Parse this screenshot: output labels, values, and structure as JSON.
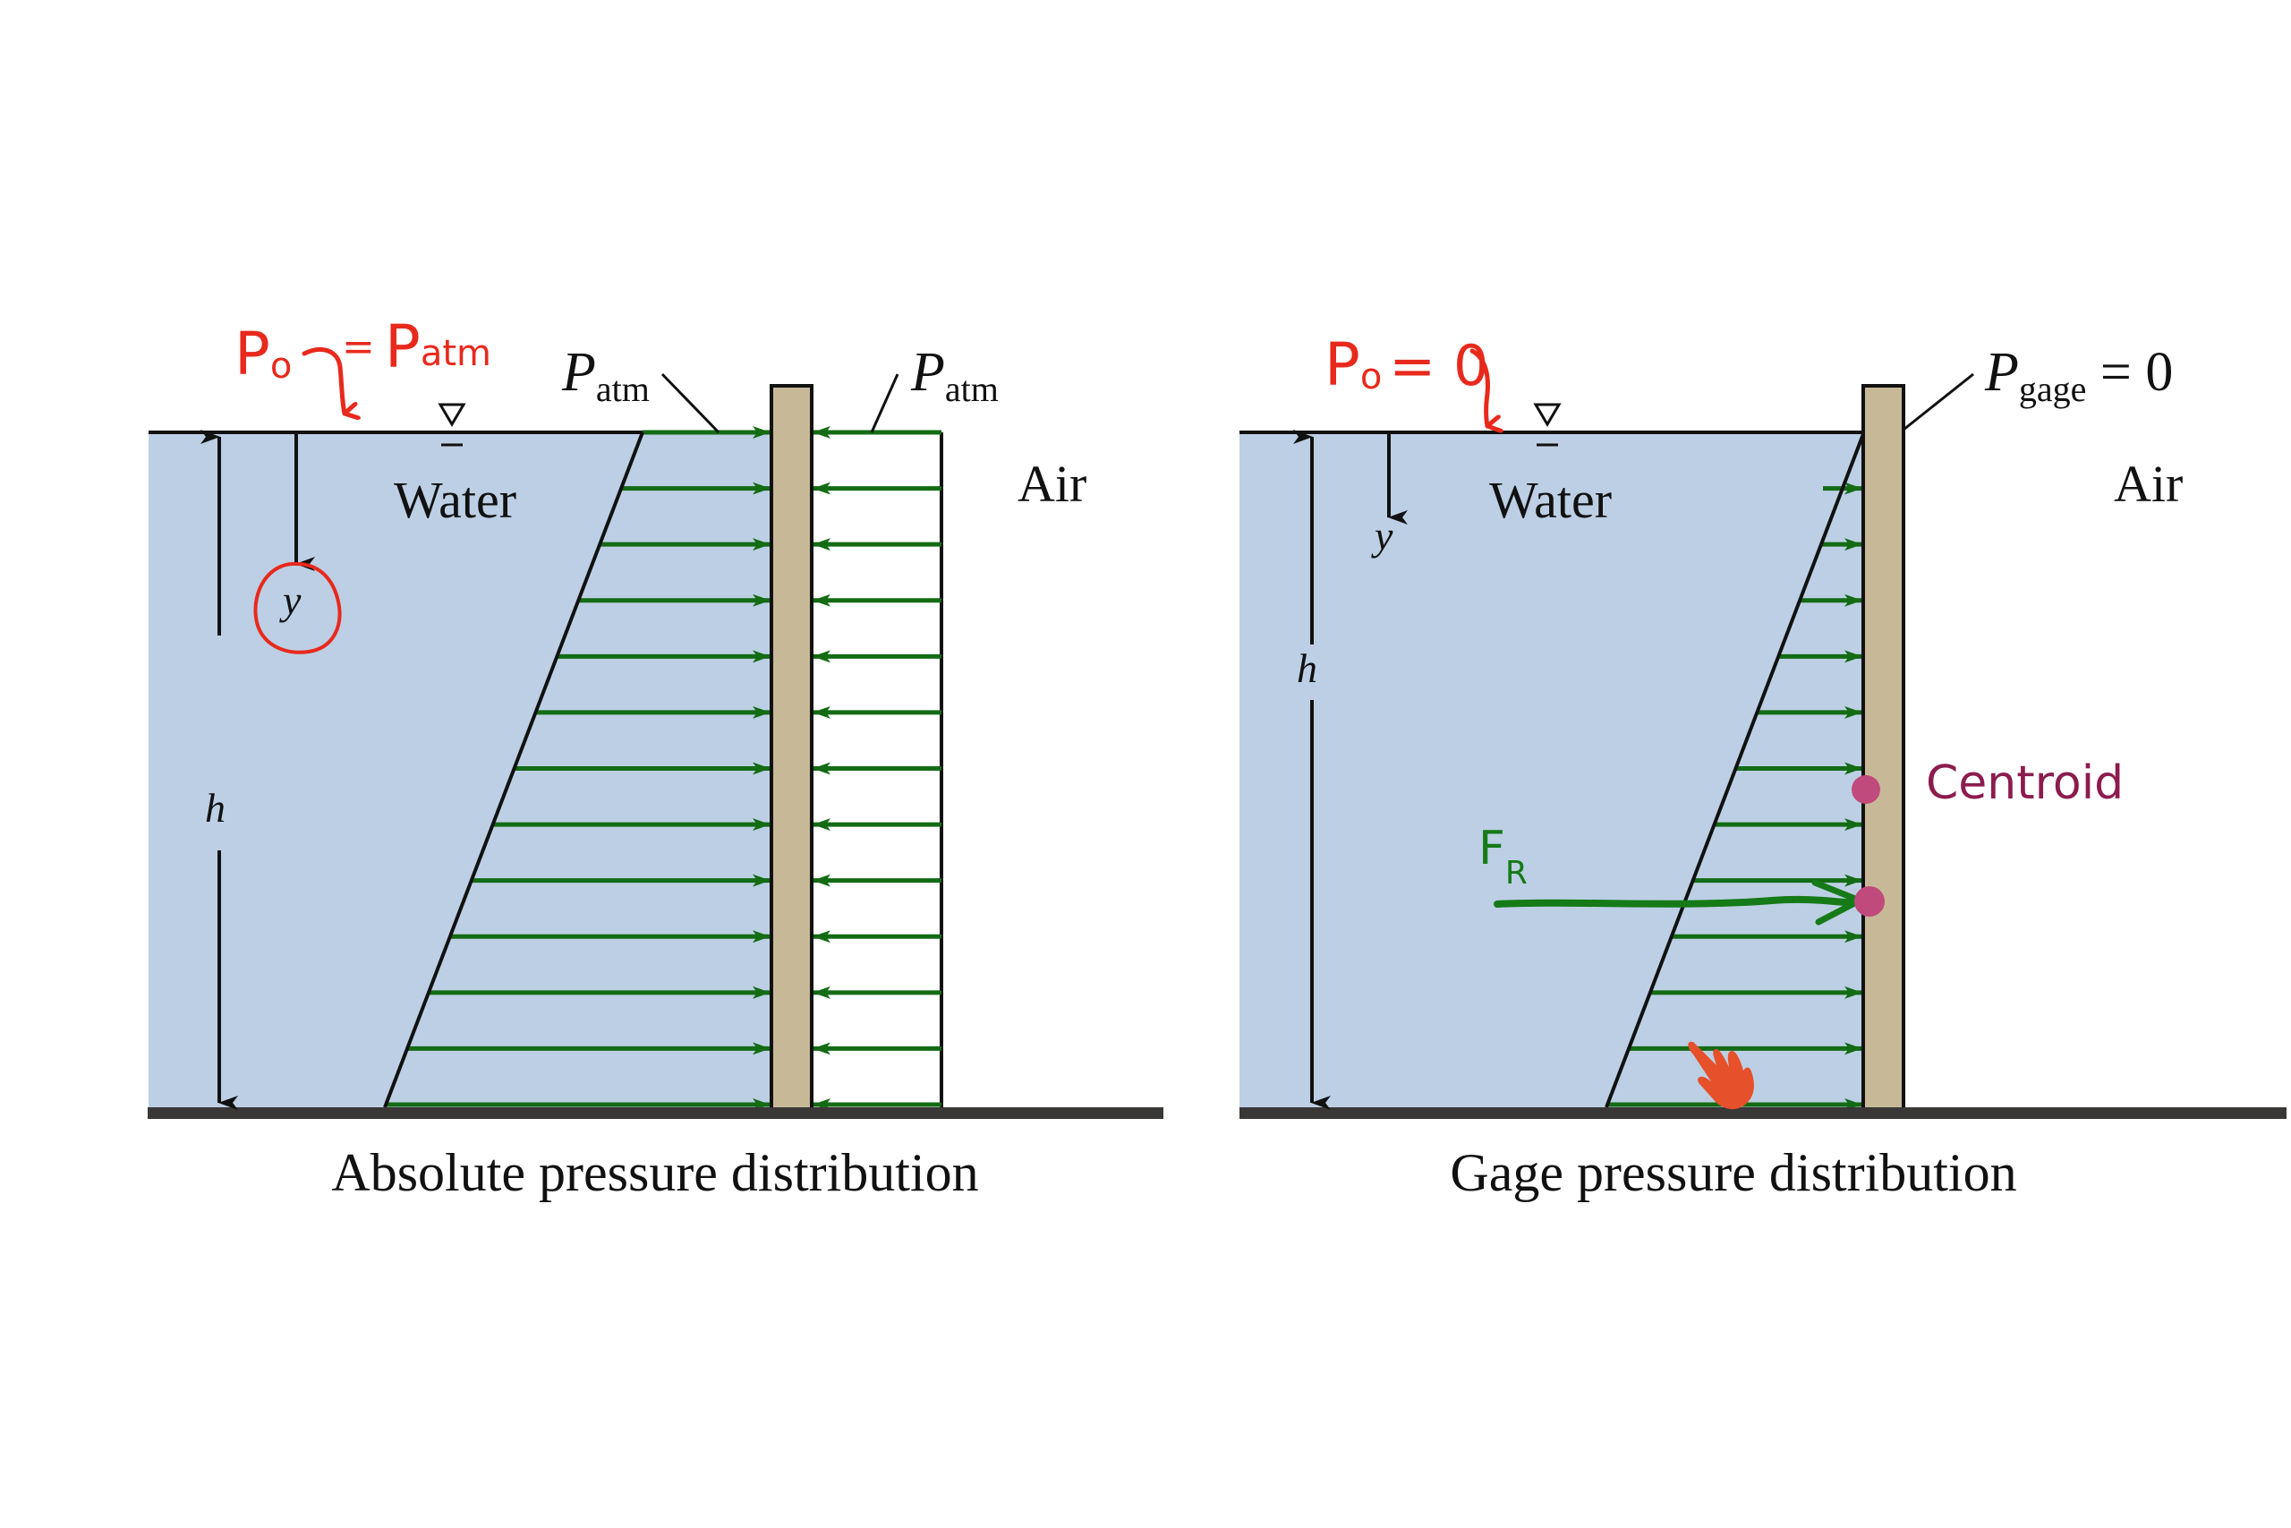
{
  "colors": {
    "water": "#bccfe4",
    "wall": "#c7b997",
    "ground": "#3a3737",
    "arrow_green": "#136b14",
    "annotation_red": "#e8291c",
    "annotation_green": "#157a17",
    "centroid_marker": "#c04a7c",
    "centroid_text": "#8c1c4e",
    "cursor_hand": "#e6502a"
  },
  "left_panel": {
    "caption": "Absolute pressure distribution",
    "fluid_label": "Water",
    "air_label": "Air",
    "depth_symbol": "h",
    "depth_coord_symbol": "y",
    "p_atm_left": {
      "main": "P",
      "sub": "atm"
    },
    "p_atm_right": {
      "main": "P",
      "sub": "atm"
    },
    "water_arrow_count": 13,
    "air_arrow_count": 13,
    "annotation": {
      "p0_main": "P",
      "p0_sub": "o",
      "equals": "=",
      "rhs_main": "P",
      "rhs_sub": "atm"
    }
  },
  "right_panel": {
    "caption": "Gage pressure distribution",
    "fluid_label": "Water",
    "air_label": "Air",
    "depth_symbol": "h",
    "depth_coord_symbol": "y",
    "p_gage": {
      "main": "P",
      "sub": "gage",
      "rest": " = 0"
    },
    "water_arrow_count": 13,
    "annotation": {
      "p0_main": "P",
      "p0_sub": "o",
      "rest": "= 0"
    },
    "resultant_label": {
      "main": "F",
      "sub": "R"
    },
    "centroid_label": "Centroid"
  }
}
